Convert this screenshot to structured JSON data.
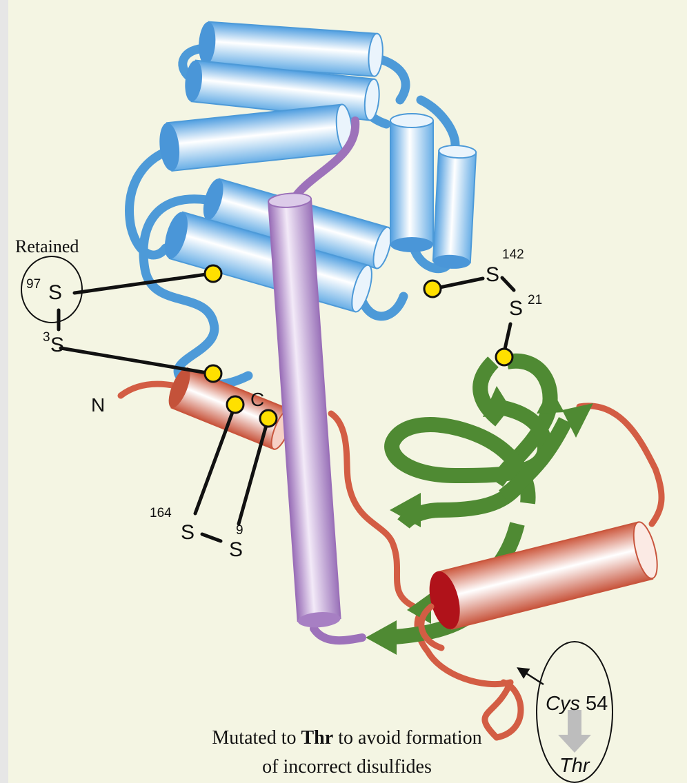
{
  "labels": {
    "retained": "Retained",
    "n_terminus": "N",
    "c_terminus": "C",
    "cys_label": "Cys",
    "cys_number": "54",
    "thr": "Thr",
    "caption_line1_pre": "Mutated to ",
    "caption_line1_bold": "Thr",
    "caption_line1_post": " to avoid formation",
    "caption_line2": "of incorrect disulfides"
  },
  "disulfides": [
    {
      "residue_a": "97",
      "residue_b": "3"
    },
    {
      "residue_a": "142",
      "residue_b": "21"
    },
    {
      "residue_a": "164",
      "residue_b": "9"
    }
  ],
  "atom_symbol": "S",
  "colors": {
    "background": "#f4f5e3",
    "frame": "#e6e6e6",
    "helix_blue": "#5aa7e3",
    "helix_purple": "#a77fc3",
    "helix_red": "#d3624a",
    "helix_red_end": "#b0121a",
    "strand_green": "#4f8a33",
    "cysteine": "#ffe000",
    "arrow_gray": "#bdbdbd"
  }
}
